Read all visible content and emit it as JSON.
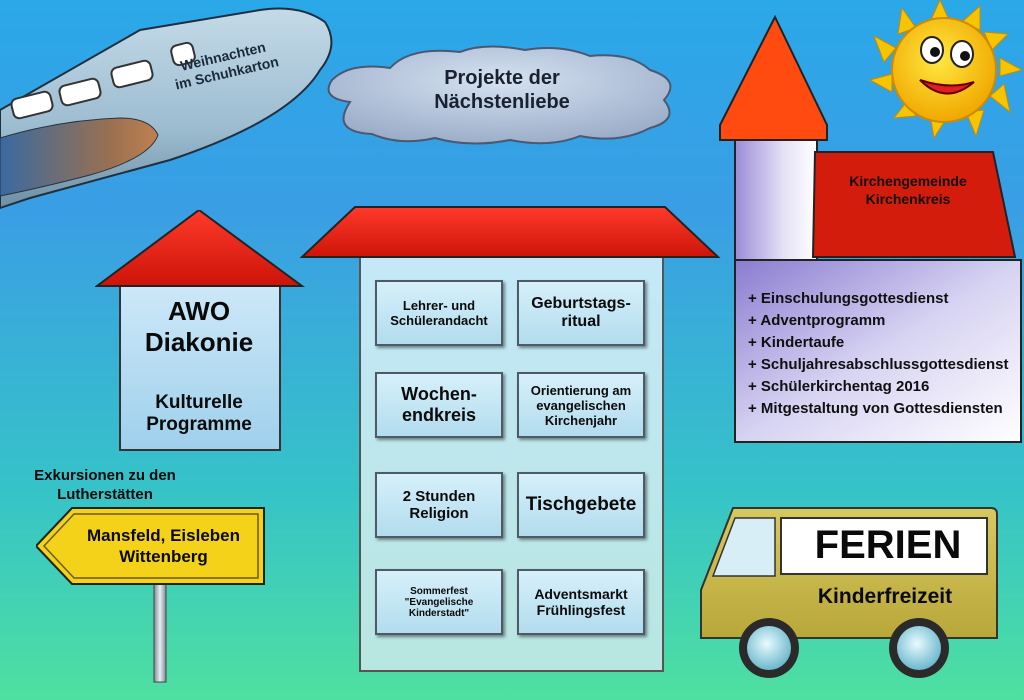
{
  "airplane": {
    "line1": "Weihnachten",
    "line2": "im Schuhkarton"
  },
  "cloud": {
    "line1": "Projekte der",
    "line2": "Nächstenliebe"
  },
  "church": {
    "flag_line1": "Kirchengemeinde",
    "flag_line2": "Kirchenkreis",
    "items": [
      "+ Einschulungsgottesdienst",
      "+ Adventprogramm",
      "+ Kindertaufe",
      "+ Schuljahresabschlussgottesdienst",
      "+ Schülerkirchentag 2016",
      "+ Mitgestaltung von Gottesdiensten"
    ]
  },
  "awo": {
    "title_line1": "AWO",
    "title_line2": "Diakonie",
    "sub_line1": "Kulturelle",
    "sub_line2": "Programme"
  },
  "signpost": {
    "caption_line1": "Exkursionen zu den",
    "caption_line2": "Lutherstätten",
    "sign_line1": "Mansfeld, Eisleben",
    "sign_line2": "Wittenberg"
  },
  "school": {
    "cells": [
      {
        "line1": "Lehrer- und",
        "line2": "Schülerandacht",
        "line3": ""
      },
      {
        "line1": "Geburtstags-",
        "line2": "ritual",
        "line3": ""
      },
      {
        "line1": "Wochen-",
        "line2": "endkreis",
        "line3": ""
      },
      {
        "line1": "Orientierung am",
        "line2": "evangelischen",
        "line3": "Kirchenjahr"
      },
      {
        "line1": "2 Stunden",
        "line2": "Religion",
        "line3": ""
      },
      {
        "line1": "Tischgebete",
        "line2": "",
        "line3": ""
      },
      {
        "line1": "Sommerfest",
        "line2": "\"Evangelische Kinderstadt\"",
        "line3": ""
      },
      {
        "line1": "Adventsmarkt",
        "line2": "Frühlingsfest",
        "line3": ""
      }
    ]
  },
  "bus": {
    "title": "FERIEN",
    "subtitle": "Kinderfreizeit"
  },
  "colors": {
    "roof_red": "#e01e10",
    "sign_yellow": "#f5d21a",
    "bus_olive": "#c9b84a",
    "church_orange": "#ff4a10"
  }
}
